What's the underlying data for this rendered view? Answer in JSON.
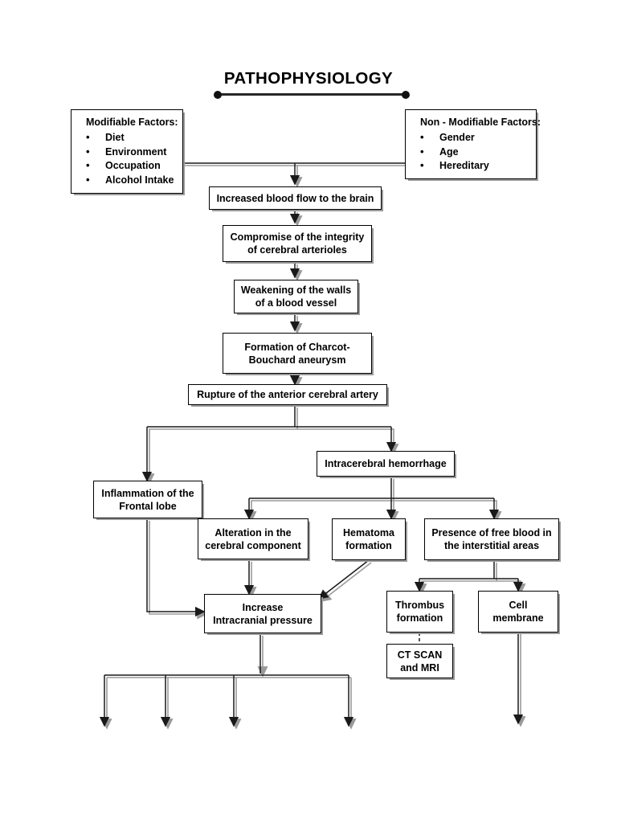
{
  "title": "PATHOPHYSIOLOGY",
  "boxes": {
    "modifiable": {
      "heading": "Modifiable Factors:",
      "items": [
        "Diet",
        "Environment",
        "Occupation",
        "Alcohol Intake"
      ]
    },
    "non_modifiable": {
      "heading": "Non - Modifiable Factors:",
      "items": [
        "Gender",
        "Age",
        "Hereditary"
      ]
    },
    "increased_flow": {
      "lines": [
        "Increased blood flow to the brain"
      ]
    },
    "compromise": {
      "lines": [
        "Compromise of the integrity",
        "of cerebral arterioles"
      ]
    },
    "weakening": {
      "lines": [
        "Weakening of the walls",
        "of a blood vessel"
      ]
    },
    "charcot": {
      "lines": [
        "Formation of Charcot-",
        "Bouchard aneurysm"
      ]
    },
    "rupture": {
      "lines": [
        "Rupture of the anterior cerebral artery"
      ]
    },
    "hemorrhage": {
      "lines": [
        "Intracerebral hemorrhage"
      ]
    },
    "inflammation": {
      "lines": [
        "Inflammation of the",
        "Frontal lobe"
      ]
    },
    "alteration": {
      "lines": [
        "Alteration in the",
        "cerebral component"
      ]
    },
    "hematoma": {
      "lines": [
        "Hematoma",
        "formation"
      ]
    },
    "free_blood": {
      "lines": [
        "Presence of free blood in",
        "the interstitial areas"
      ]
    },
    "icp": {
      "lines": [
        "Increase",
        "Intracranial pressure"
      ]
    },
    "thrombus": {
      "lines": [
        "Thrombus",
        "formation"
      ]
    },
    "cell_membrane": {
      "lines": [
        "Cell",
        "membrane"
      ]
    },
    "ct_scan": {
      "lines": [
        "CT SCAN",
        "and MRI"
      ]
    }
  },
  "colors": {
    "line": "#1a1a1a",
    "shadow": "#9a9a9a",
    "box_border": "#000000",
    "background": "#ffffff"
  }
}
